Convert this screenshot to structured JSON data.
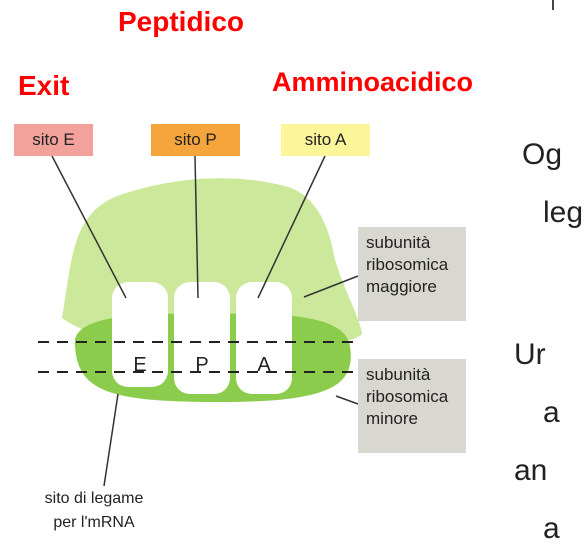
{
  "labels": {
    "peptidico": "Peptidico",
    "exit": "Exit",
    "amminoacidico": "Amminoacidico"
  },
  "sites": {
    "e": "sito E",
    "p": "sito P",
    "a": "sito A"
  },
  "slots": {
    "e": "E",
    "p": "P",
    "a": "A"
  },
  "side_labels": {
    "major": [
      "subunità",
      "ribosomica",
      "maggiore"
    ],
    "minor": [
      "subunità",
      "ribosomica",
      "minore"
    ]
  },
  "caption": [
    "sito di legame",
    "per l'mRNA"
  ],
  "body_text": [
    "Og",
    "leg",
    "Ur",
    "a",
    "an",
    "a"
  ],
  "colors": {
    "red_label": "#ff0000",
    "site_e": "#f2a29b",
    "site_p": "#f6a53d",
    "site_a": "#fcf59a",
    "major_subunit": "#cce89a",
    "minor_subunit": "#8ccc4c",
    "side_box": "#d8d8d0"
  }
}
